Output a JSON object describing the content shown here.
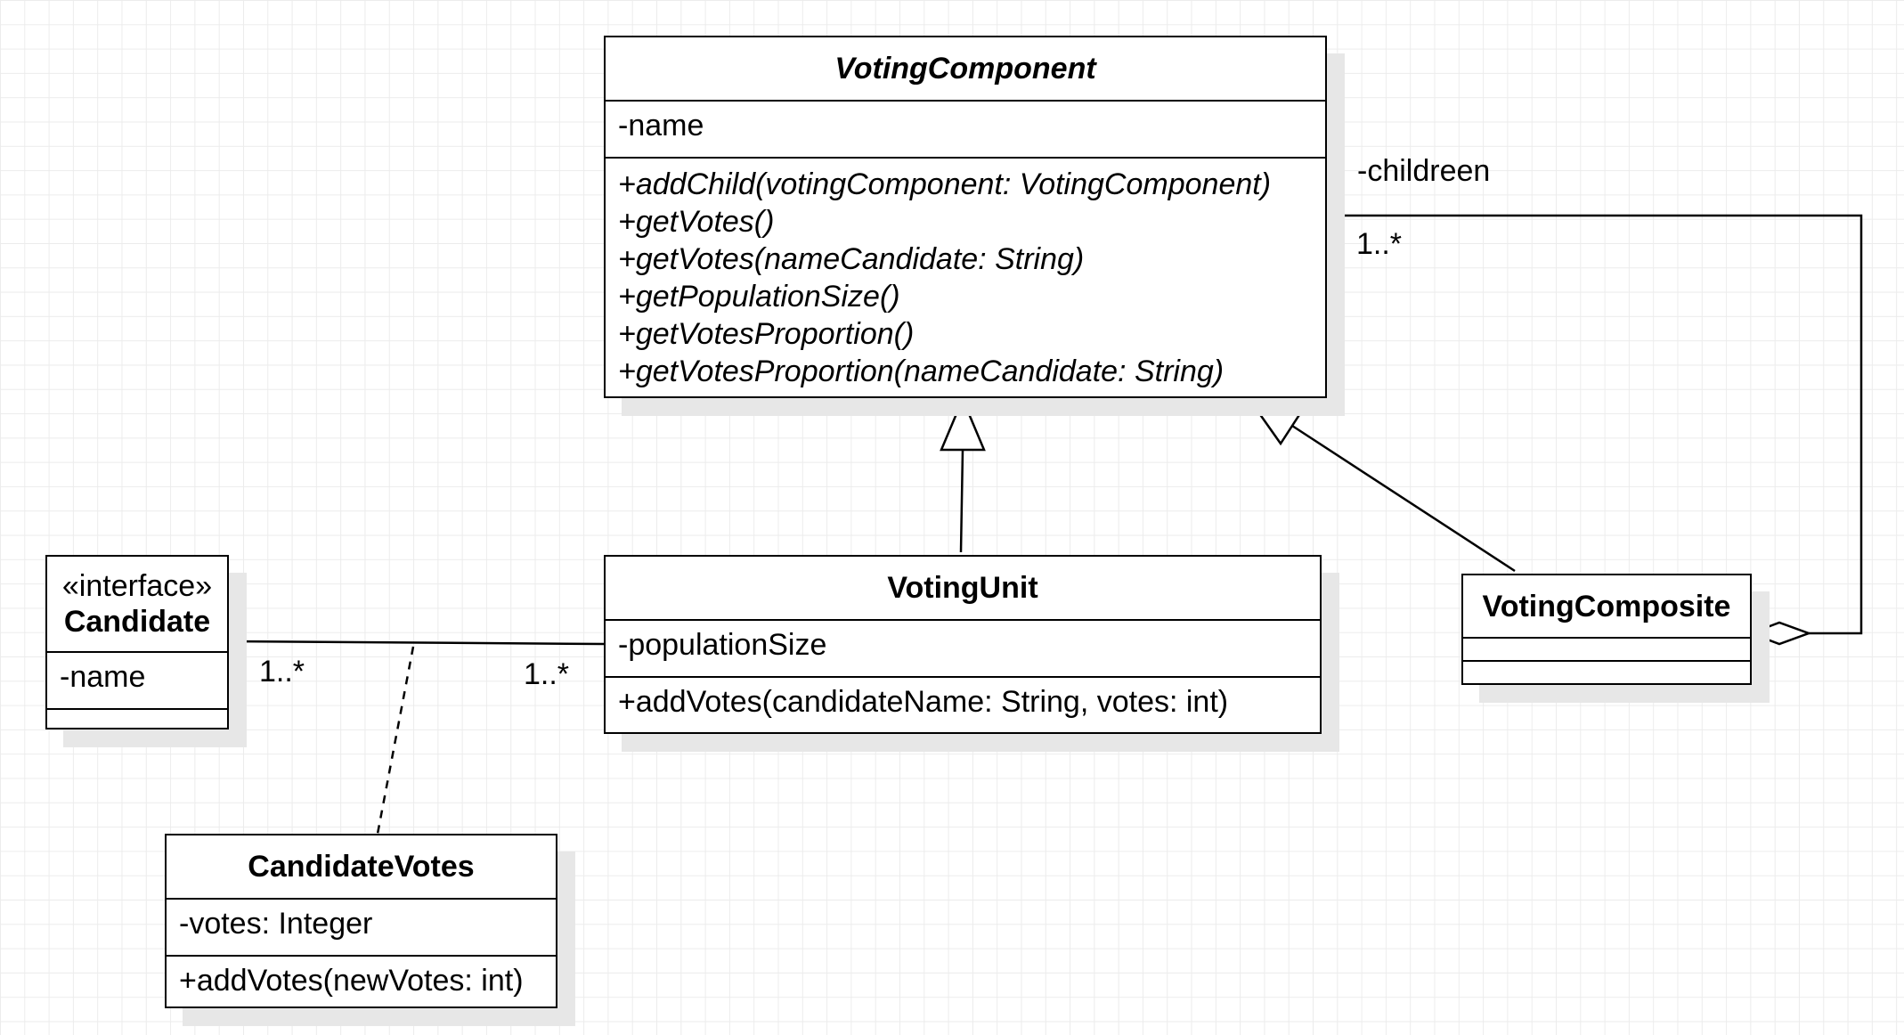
{
  "classes": {
    "voting_component": {
      "name": "VotingComponent",
      "attributes": [
        "-name"
      ],
      "operations": [
        "+addChild(votingComponent: VotingComponent)",
        "+getVotes()",
        "+getVotes(nameCandidate: String)",
        "+getPopulationSize()",
        "+getVotesProportion()",
        "+getVotesProportion(nameCandidate: String)"
      ]
    },
    "candidate": {
      "stereotype": "«interface»",
      "name": "Candidate",
      "attributes": [
        "-name"
      ]
    },
    "voting_unit": {
      "name": "VotingUnit",
      "attributes": [
        "-populationSize"
      ],
      "operations": [
        "+addVotes(candidateName: String, votes: int)"
      ]
    },
    "voting_composite": {
      "name": "VotingComposite"
    },
    "candidate_votes": {
      "name": "CandidateVotes",
      "attributes": [
        "-votes: Integer"
      ],
      "operations": [
        "+addVotes(newVotes: int)"
      ]
    }
  },
  "relations": {
    "children": {
      "role": "-childreen",
      "multiplicity": "1..*"
    },
    "candidate_unit": {
      "left_multiplicity": "1..*",
      "right_multiplicity": "1..*"
    }
  },
  "colors": {
    "line": "#000000",
    "shadow": "#e7e7e7",
    "grid": "#ececec",
    "box_fill": "#ffffff"
  }
}
